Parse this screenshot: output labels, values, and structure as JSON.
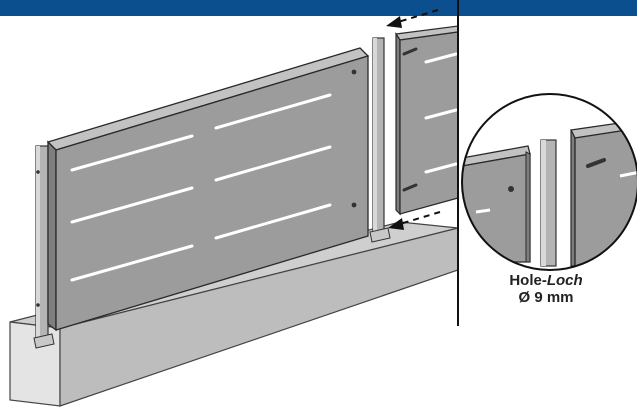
{
  "colors": {
    "top_bar": "#0b4f8f",
    "panel_fill": "#9c9c9c",
    "panel_edge": "#2a2a2a",
    "post_fill": "#b4b4b4",
    "concrete_top": "#cfcfcf",
    "concrete_front": "#e2e2e2",
    "concrete_side": "#bdbdbd"
  },
  "icons": {
    "move_arrow": "dashed-arrow-left-icon",
    "hole": "drill-hole-icon"
  },
  "detail_caption": {
    "hole_label": "Hole-",
    "hole_label_german": "Loch",
    "diameter": "Ø 9 mm"
  }
}
